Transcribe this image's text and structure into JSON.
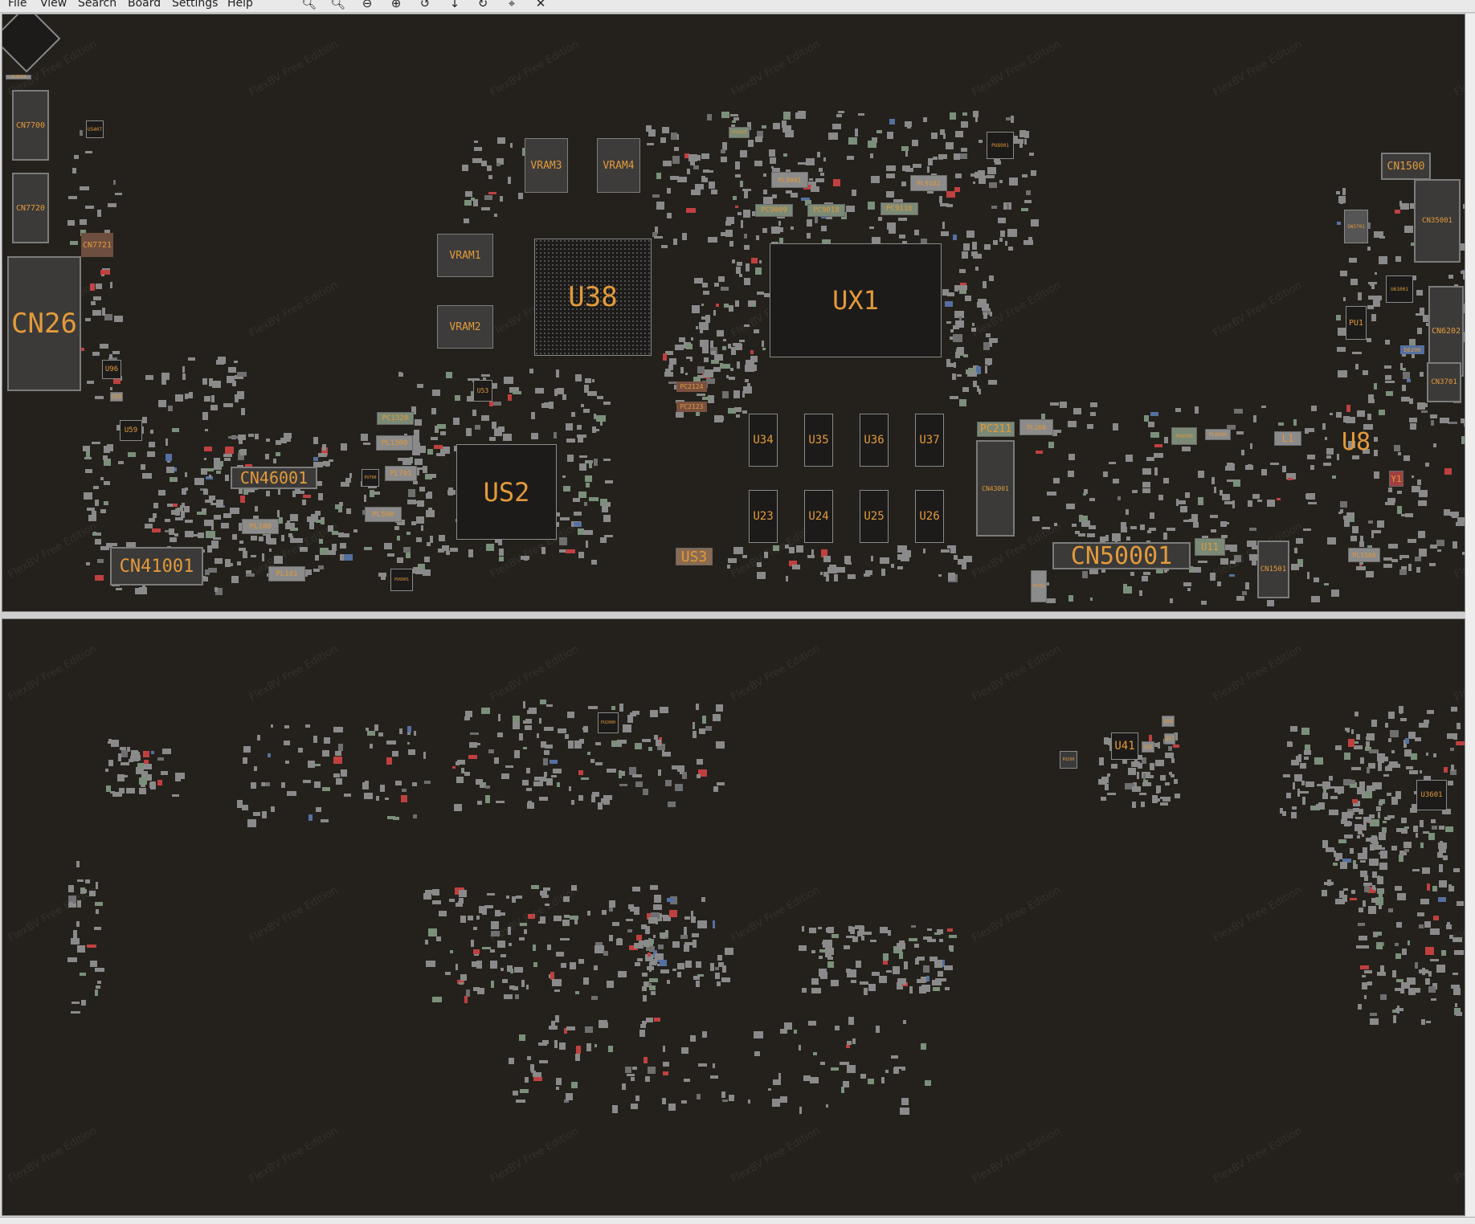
{
  "menu": [
    "File",
    "View",
    "Search",
    "Board",
    "Settings",
    "Help"
  ],
  "toolbar": [
    {
      "icon": "zoom-in-icon",
      "glyph": "🔍︎"
    },
    {
      "icon": "zoom-fit-icon",
      "glyph": "🔍︎"
    },
    {
      "icon": "zoom-out-icon",
      "glyph": "⊖"
    },
    {
      "icon": "zoom-plus-icon",
      "glyph": "⊕"
    },
    {
      "icon": "rotate-ccw-icon",
      "glyph": "↺"
    },
    {
      "icon": "flip-icon",
      "glyph": "↧"
    },
    {
      "icon": "rotate-cw-icon",
      "glyph": "↻"
    },
    {
      "icon": "center-icon",
      "glyph": "⌖"
    },
    {
      "icon": "close-icon",
      "glyph": "✕"
    }
  ],
  "watermark": "FlexBV Free Edition",
  "top": {
    "CN7700": "CN7700",
    "CN7720": "CN7720",
    "CN7721": "CN7721",
    "CN26": "CN26",
    "CLIP19": "CLIP19",
    "U5407": "U5407",
    "U96": "U96",
    "U20": "U20",
    "U59": "U59",
    "VRAM1": "VRAM1",
    "VRAM2": "VRAM2",
    "VRAM3": "VRAM3",
    "VRAM4": "VRAM4",
    "U38": "U38",
    "UX1": "UX1",
    "US2": "US2",
    "US3": "US3",
    "U53": "U53",
    "U34": "U34",
    "U35": "U35",
    "U36": "U36",
    "U37": "U37",
    "U23": "U23",
    "U24": "U24",
    "U25": "U25",
    "U26": "U26",
    "CN46001": "CN46001",
    "CN41001": "CN41001",
    "CN50001": "CN50001",
    "CN43001": "CN43001",
    "U8": "U8",
    "Y1": "Y1",
    "L1": "L1",
    "U11": "U11",
    "CN1500": "CN1500",
    "CN35001": "CN35001",
    "CN6202": "CN6202",
    "CN3701": "CN3701",
    "CN1501": "CN1501",
    "PU1": "PU1",
    "U61001": "U61001",
    "SW3701": "SW3701",
    "D6200": "D6200",
    "PC211": "PC211",
    "PL200": "PL200",
    "PL1504": "PL1504",
    "PL8500": "PL8500",
    "PU8500": "PU8500",
    "PU201": "PU201",
    "PC9009": "PC9009",
    "PC9018": "PC9018",
    "PC9116": "PC9116",
    "PL9001": "PL9001",
    "PL9102": "PL9102",
    "PU8901": "PU8901",
    "PC9213": "PC9213",
    "PC2124": "PC2124",
    "PC2123": "PC2123",
    "PC1320": "PC1320",
    "PL1300": "PL1300",
    "PL701": "PL701",
    "PL500": "PL500",
    "PL100": "PL100",
    "PL101": "PL101",
    "PU700": "PU700",
    "PU9901": "PU9901"
  },
  "bottom": {
    "U41": "U41",
    "U3601": "U3601",
    "PU200": "PU200",
    "PU2000": "PU2000",
    "Q58": "Q58",
    "Q57": "Q57",
    "Q55": "Q55"
  }
}
